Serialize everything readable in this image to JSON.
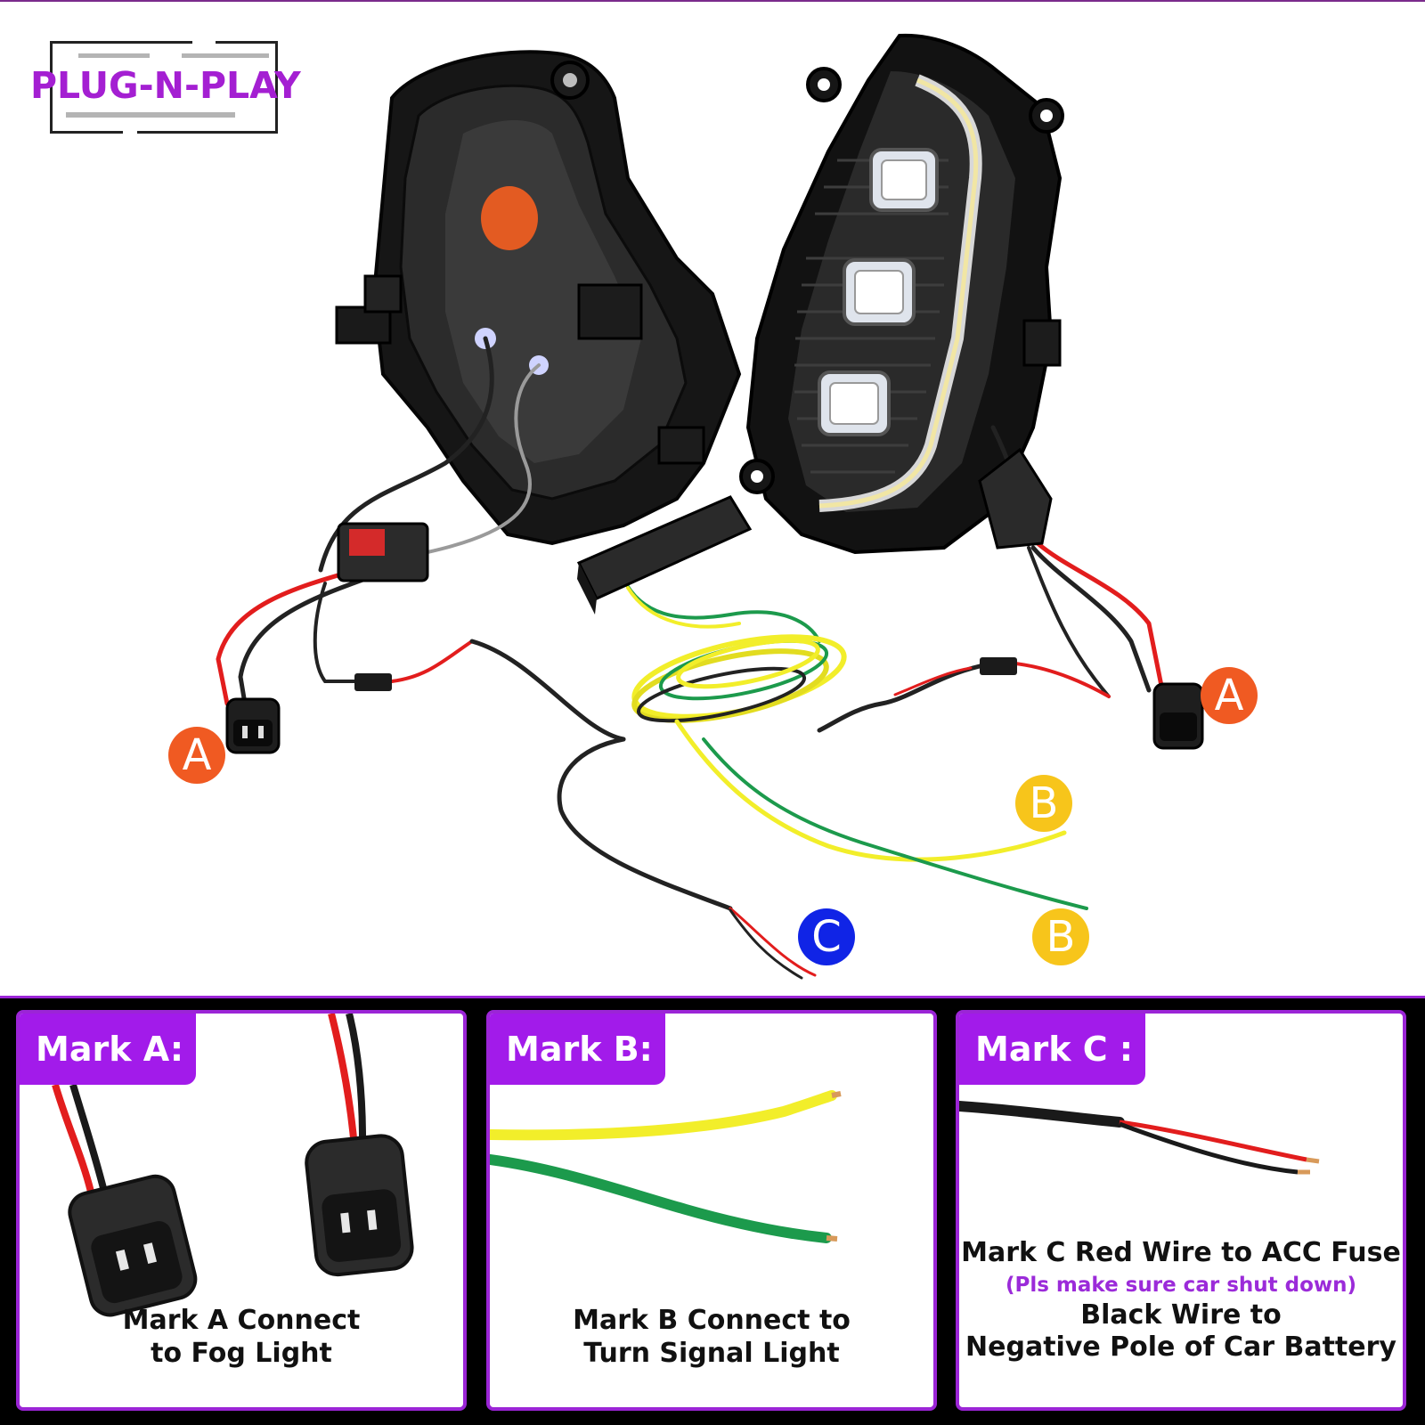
{
  "badge": {
    "text": "PLUG-N-PLAY",
    "color": "#a41fd2"
  },
  "markers": {
    "a_left": "A",
    "a_right": "A",
    "b_upper": "B",
    "b_lower": "B",
    "c": "C"
  },
  "colors": {
    "marker_a": "#f05a22",
    "marker_b": "#f7c51b",
    "marker_c": "#1024e6",
    "panel_border": "#9b25d6",
    "tag_bg": "#a21bea",
    "wire_yellow": "#f2ee2a",
    "wire_green": "#1c9a4c",
    "wire_red": "#e21d1d",
    "wire_black": "#1a1a1a"
  },
  "panels": [
    {
      "tag": "Mark A:",
      "caption_lines": [
        "Mark A Connect",
        "to Fog Light"
      ]
    },
    {
      "tag": "Mark B:",
      "caption_lines": [
        "Mark B Connect to",
        "Turn Signal Light"
      ]
    },
    {
      "tag": "Mark C :",
      "caption_lines": [
        "Mark C Red Wire to ACC Fuse"
      ],
      "note": "(Pls make sure car shut down)",
      "caption_lines_after": [
        "Black Wire to",
        "Negative Pole of Car Battery"
      ]
    }
  ]
}
